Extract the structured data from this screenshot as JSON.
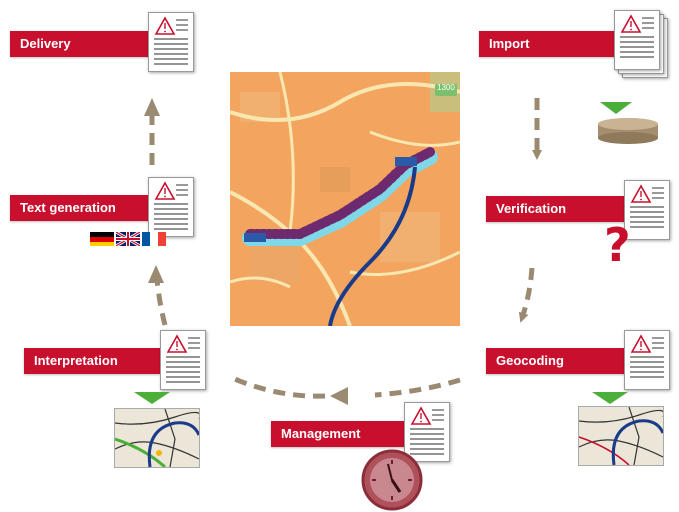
{
  "steps": {
    "delivery": "Delivery",
    "import": "Import",
    "text_generation": "Text generation",
    "verification": "Verification",
    "interpretation": "Interpretation",
    "geocoding": "Geocoding",
    "management": "Management"
  },
  "colors": {
    "label_red": "#c8102e",
    "arrow": "#9b8a72",
    "map_base": "#f3a560",
    "route_blue": "#1a3a8a",
    "green_arrow": "#4caf3a"
  },
  "icons": [
    "warning-icon",
    "document-icon",
    "database-icon",
    "question-mark-icon",
    "clock-icon",
    "flag-icon",
    "map-icon"
  ],
  "map_overlay_labels": [
    "1300"
  ],
  "flags": [
    "germany-flag",
    "uk-flag",
    "france-flag"
  ]
}
